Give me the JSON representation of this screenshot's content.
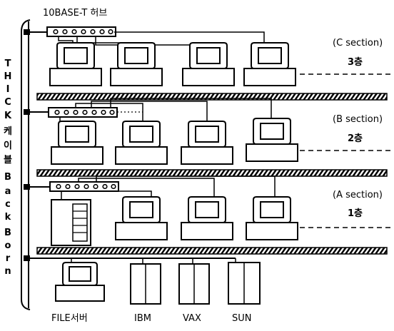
{
  "diagram": {
    "hub_title": "10BASE-T 허브",
    "cable_label_chars": [
      "T",
      "H",
      "I",
      "C",
      "K",
      "케",
      "이",
      "블",
      "B",
      "a",
      "c",
      "k",
      "B",
      "o",
      "r",
      "n"
    ],
    "floors": [
      {
        "section": "(C section)",
        "floor": "3층"
      },
      {
        "section": "(B section)",
        "floor": "2층"
      },
      {
        "section": "(A section)",
        "floor": "1층"
      }
    ],
    "servers": [
      "FILE서버",
      "IBM",
      "VAX",
      "SUN"
    ]
  },
  "colors": {
    "ink": "#000000",
    "paper": "#ffffff"
  }
}
